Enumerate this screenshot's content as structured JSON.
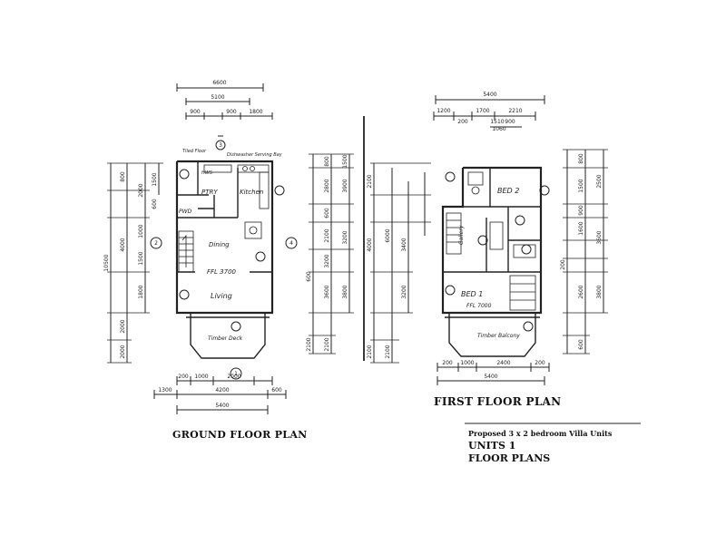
{
  "ground_floor": {
    "title": "GROUND FLOOR PLAN",
    "rooms": {
      "kitchen": "Kitchen",
      "pantry": "PTRY",
      "dining": "Dining",
      "living": "Living",
      "ffl": "FFL 3700",
      "deck": "Timber Deck",
      "pwd": "PWD",
      "hws": "HWS"
    },
    "notes": {
      "tiled": "Tiled Floor",
      "servery": "Dishwasher Serving Bay"
    },
    "top_dims": [
      "6600",
      "5100",
      "900",
      "1800",
      "900"
    ],
    "bottom_dims": [
      "200",
      "1000",
      "2000",
      "1300",
      "4200",
      "600",
      "5400"
    ],
    "left_dims": [
      "800",
      "2000",
      "1500",
      "4000",
      "1000",
      "1500",
      "1800",
      "2000",
      "10500",
      "2000",
      "600"
    ],
    "right_dims": [
      "800",
      "2800",
      "3900",
      "1500",
      "600",
      "2100",
      "3200",
      "3200",
      "600",
      "3800",
      "3600",
      "2100",
      "2100"
    ],
    "markers": [
      "3",
      "2",
      "4",
      "1"
    ]
  },
  "first_floor": {
    "title": "FIRST FLOOR PLAN",
    "rooms": {
      "bed2": "BED 2",
      "bed1": "BED 1",
      "ffl": "FFL 7000",
      "gallery": "Gallery",
      "balcony": "Timber Balcony"
    },
    "top_dims": [
      "5400",
      "1200",
      "1700",
      "2210",
      "200",
      "1510",
      "900",
      "1060"
    ],
    "bottom_dims": [
      "200",
      "1000",
      "2400",
      "200",
      "5400"
    ],
    "left_dims": [
      "2100",
      "4000",
      "6000",
      "3400",
      "3200",
      "2100",
      "2100"
    ],
    "right_dims": [
      "800",
      "1500",
      "2500",
      "900",
      "1600",
      "3600",
      "2600",
      "3800",
      "600",
      "200"
    ]
  },
  "title_block": {
    "subtitle": "Proposed 3 x 2 bedroom Villa Units",
    "units": "UNITS 1",
    "plans": "FLOOR PLANS"
  }
}
